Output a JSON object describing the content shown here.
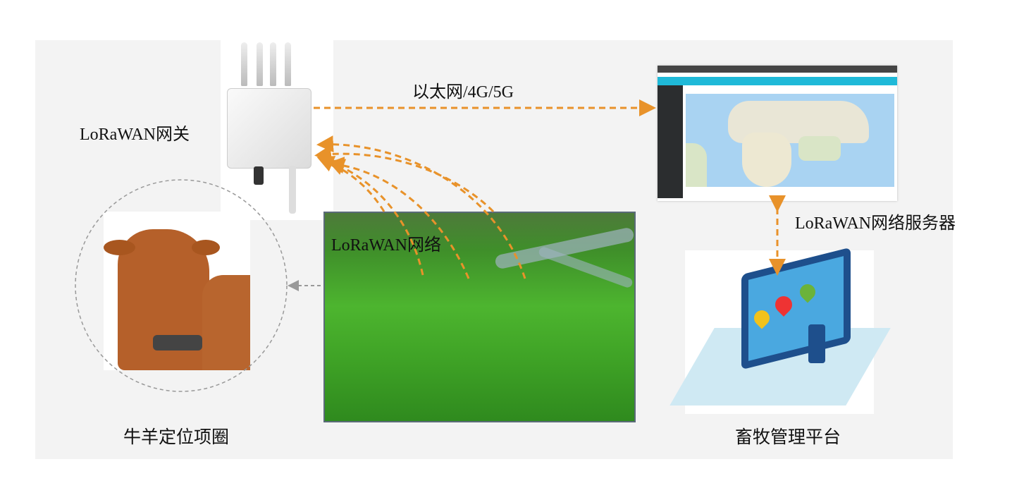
{
  "labels": {
    "gateway": "LoRaWAN网关",
    "uplink": "以太网/4G/5G",
    "network_server": "LoRaWAN网络服务器",
    "network": "LoRaWAN网络",
    "collar": "牛羊定位项圈",
    "platform": "畜牧管理平台"
  },
  "colors": {
    "arrow": "#e8922a",
    "panel": "#f3f3f3",
    "collar_arrow": "#999999"
  }
}
